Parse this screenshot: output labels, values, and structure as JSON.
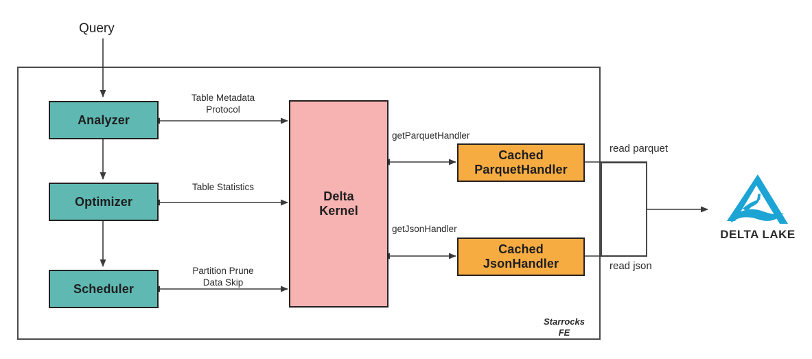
{
  "diagram": {
    "title_label": "Query",
    "container": {
      "label": "Starrocks\nFE"
    },
    "nodes": [
      {
        "id": "analyzer",
        "label": "Analyzer",
        "color": "#5FB8B2"
      },
      {
        "id": "optimizer",
        "label": "Optimizer",
        "color": "#5FB8B2"
      },
      {
        "id": "scheduler",
        "label": "Scheduler",
        "color": "#5FB8B2"
      },
      {
        "id": "delta-kernel",
        "label": "Delta\nKernel",
        "color": "#F7B2B2"
      },
      {
        "id": "cached-parquet-handler",
        "label": "Cached\nParquetHandler",
        "color": "#F7AC42"
      },
      {
        "id": "cached-json-handler",
        "label": "Cached\nJsonHandler",
        "color": "#F7AC42"
      }
    ],
    "edge_labels": [
      {
        "id": "table-metadata-protocol",
        "text": "Table Metadata\nProtocol"
      },
      {
        "id": "table-statistics",
        "text": "Table Statistics"
      },
      {
        "id": "partition-prune-data-skip",
        "text": "Partition Prune\nData Skip"
      },
      {
        "id": "get-parquet-handler",
        "text": "getParquetHandler"
      },
      {
        "id": "get-json-handler",
        "text": "getJsonHandler"
      },
      {
        "id": "read-parquet",
        "text": "read parquet"
      },
      {
        "id": "read-json",
        "text": "read json"
      }
    ],
    "logo": {
      "name": "delta-lake-logo",
      "text": "DELTA LAKE",
      "color": "#1CA4D4"
    },
    "colors": {
      "teal": "#5FB8B2",
      "pink": "#F7B2B2",
      "orange": "#F7AC42",
      "stroke": "#3a3a3a",
      "container_stroke": "#4a4a4a",
      "node_stroke": "#262020",
      "delta_lake_blue": "#1CA4D4"
    }
  }
}
